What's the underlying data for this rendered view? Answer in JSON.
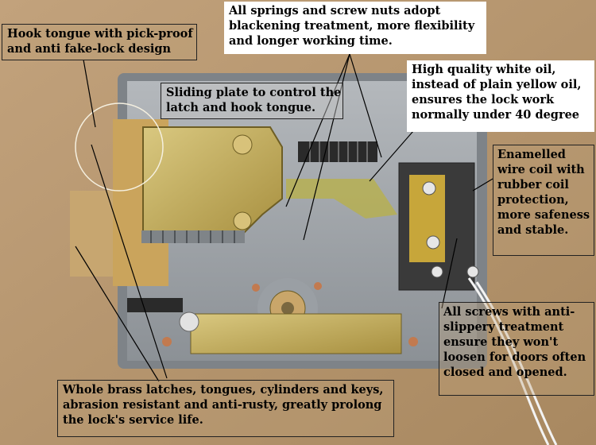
{
  "callouts": {
    "hook_tongue": [
      "Hook tongue with pick-proof",
      "and anti fake-lock design"
    ],
    "springs": [
      "All springs and screw nuts adopt",
      "blackening treatment, more flexibility",
      "and longer working time."
    ],
    "sliding_plate": [
      "Sliding plate to control the",
      "latch and hook tongue."
    ],
    "white_oil": [
      "High quality white oil,",
      "instead of plain yellow oil,",
      "ensures the lock work",
      "normally under 40 degree"
    ],
    "wire_coil": [
      "Enamelled",
      "wire coil with",
      "rubber coil",
      "protection,",
      "more safeness",
      "and stable."
    ],
    "screws": [
      "All screws with anti-",
      "slippery treatment",
      "ensure they won't",
      "loosen  for doors often",
      "closed and opened."
    ],
    "brass": [
      "Whole brass latches, tongues, cylinders and keys,",
      "abrasion resistant and anti-rusty, greatly prolong",
      "the lock's service life."
    ]
  },
  "colors": {
    "background": "#b89a76",
    "housing": "#9aa0a6",
    "brass": "#c8b45a",
    "callout_bg": "#ffffff"
  }
}
